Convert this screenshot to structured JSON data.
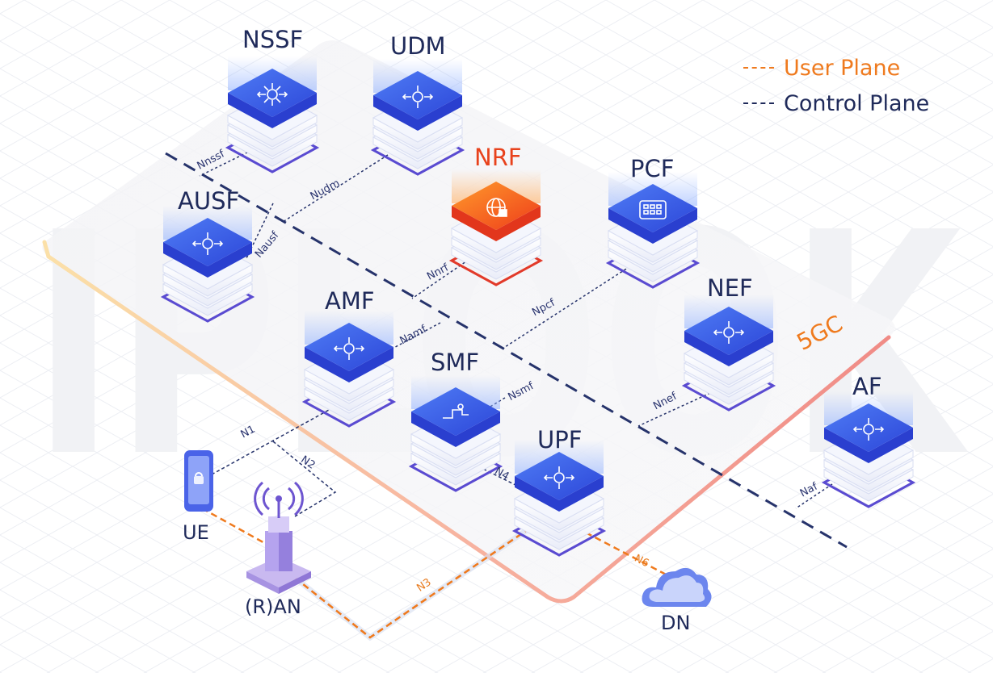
{
  "legend": {
    "user_plane": {
      "label": "User Plane",
      "color": "#ef7a1e"
    },
    "control_plane": {
      "label": "Control Plane",
      "color": "#1f2a5a"
    }
  },
  "zone": {
    "label": "5GC"
  },
  "watermark": {
    "text": "IPLOOK"
  },
  "network_functions": {
    "nssf": {
      "label": "NSSF",
      "icon": "network-hub-icon"
    },
    "udm": {
      "label": "UDM",
      "icon": "network-node-icon"
    },
    "nrf": {
      "label": "NRF",
      "icon": "globe-lock-icon"
    },
    "pcf": {
      "label": "PCF",
      "icon": "server-grid-icon"
    },
    "ausf": {
      "label": "AUSF",
      "icon": "network-node-icon"
    },
    "amf": {
      "label": "AMF",
      "icon": "network-node-icon"
    },
    "smf": {
      "label": "SMF",
      "icon": "routing-path-icon"
    },
    "nef": {
      "label": "NEF",
      "icon": "network-node-icon"
    },
    "upf": {
      "label": "UPF",
      "icon": "network-node-icon"
    },
    "af": {
      "label": "AF",
      "icon": "network-node-icon"
    }
  },
  "interfaces": {
    "nnssf": "Nnssf",
    "nudm": "Nudm",
    "nausf": "Nausf",
    "nnrf": "Nnrf",
    "npcf": "Npcf",
    "namf": "Namf",
    "nsmf": "Nsmf",
    "nnef": "Nnef",
    "naf": "Naf",
    "n1": "N1",
    "n2": "N2",
    "n3": "N3",
    "n4": "N4",
    "n6": "N6"
  },
  "endpoints": {
    "ue": {
      "label": "UE",
      "icon": "smartphone-icon"
    },
    "ran": {
      "label": "(R)AN",
      "icon": "antenna-tower-icon"
    },
    "dn": {
      "label": "DN",
      "icon": "cloud-icon"
    }
  }
}
